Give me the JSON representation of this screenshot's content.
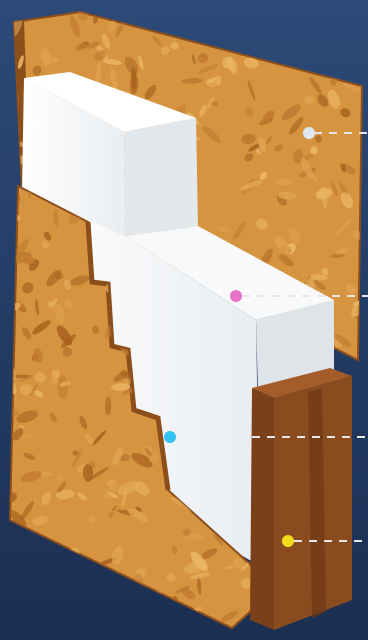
{
  "colors": {
    "background_top": "#2c4a78",
    "background_bottom": "#1b2f52",
    "osb_panel": "#d69440",
    "osb_flake_light": "#ecb866",
    "osb_flake_dark": "#a8621f",
    "osb_edge": "#8c4f1c",
    "foam_core": "#f4f6f8",
    "foam_shade": "#d9dee3",
    "stud": "#8a4c1f",
    "stud_shade": "#6d3816",
    "leader_line": "#e6e6e6"
  },
  "markers": [
    {
      "name": "outer-osb-panel-marker",
      "color": "#dde8f0"
    },
    {
      "name": "foam-core-marker",
      "color": "#e872c8"
    },
    {
      "name": "inner-osb-panel-marker",
      "color": "#34c3f0"
    },
    {
      "name": "spline-stud-marker",
      "color": "#f3dd1a"
    }
  ]
}
